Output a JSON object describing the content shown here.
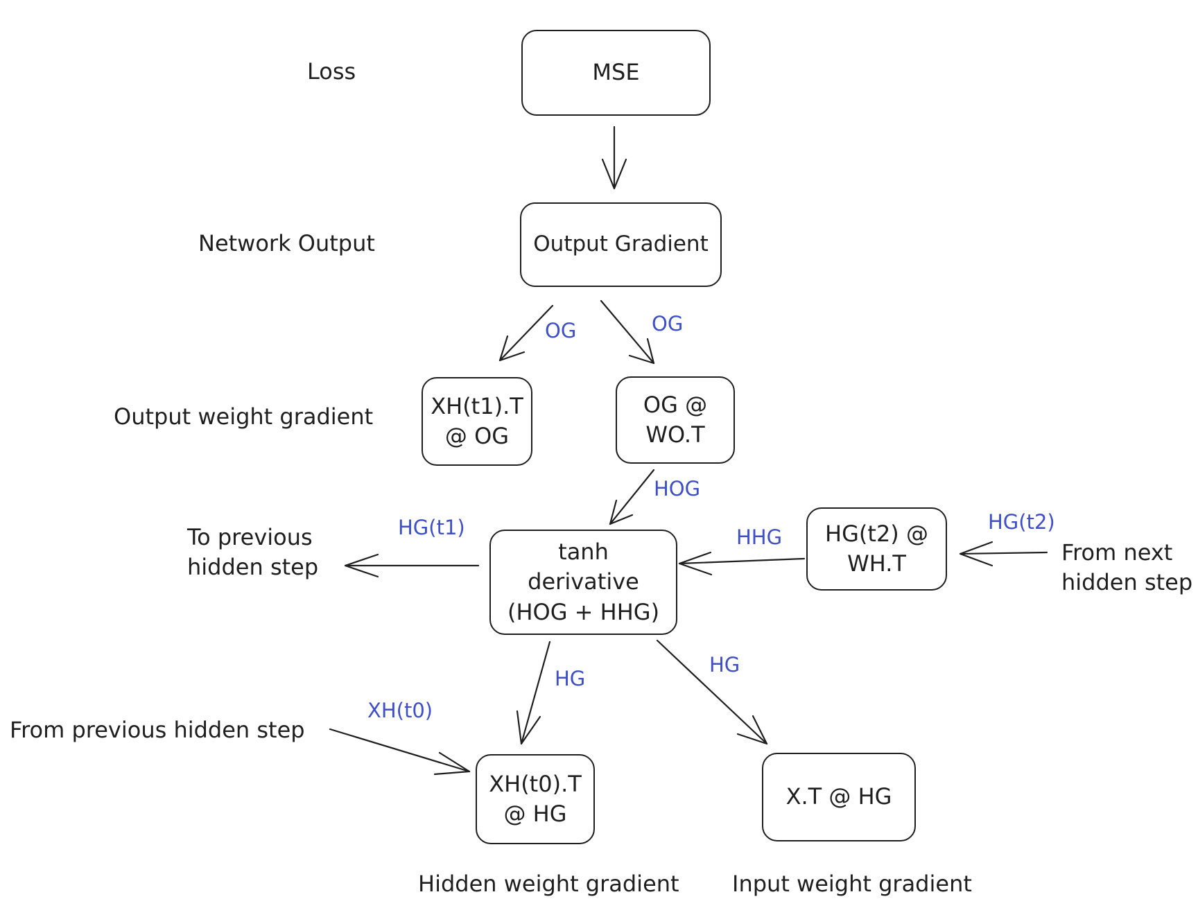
{
  "nodes": {
    "mse": "MSE",
    "output_gradient": "Output Gradient",
    "xh_t1_og": "XH(t1).T\n@ OG",
    "og_wo": "OG @\nWO.T",
    "tanh": "tanh\nderivative\n(HOG + HHG)",
    "hg_t2_wh": "HG(t2) @\nWH.T",
    "xh_t0_hg": "XH(t0).T\n@ HG",
    "x_hg": "X.T @ HG"
  },
  "labels": {
    "loss": "Loss",
    "network_output": "Network Output",
    "output_weight_gradient": "Output weight gradient",
    "to_previous_hidden_step": "To previous\nhidden step",
    "from_next_hidden_step": "From next\nhidden step",
    "from_previous_hidden_step": "From previous hidden step",
    "hidden_weight_gradient": "Hidden weight gradient",
    "input_weight_gradient": "Input weight gradient"
  },
  "edge_labels": {
    "og_left": "OG",
    "og_right": "OG",
    "hog": "HOG",
    "hg_t1": "HG(t1)",
    "hhg": "HHG",
    "hg_t2": "HG(t2)",
    "hg_left": "HG",
    "hg_right": "HG",
    "xh_t0": "XH(t0)"
  },
  "colors": {
    "stroke": "#1e1e1e",
    "edge_label": "#3e4fc7"
  }
}
